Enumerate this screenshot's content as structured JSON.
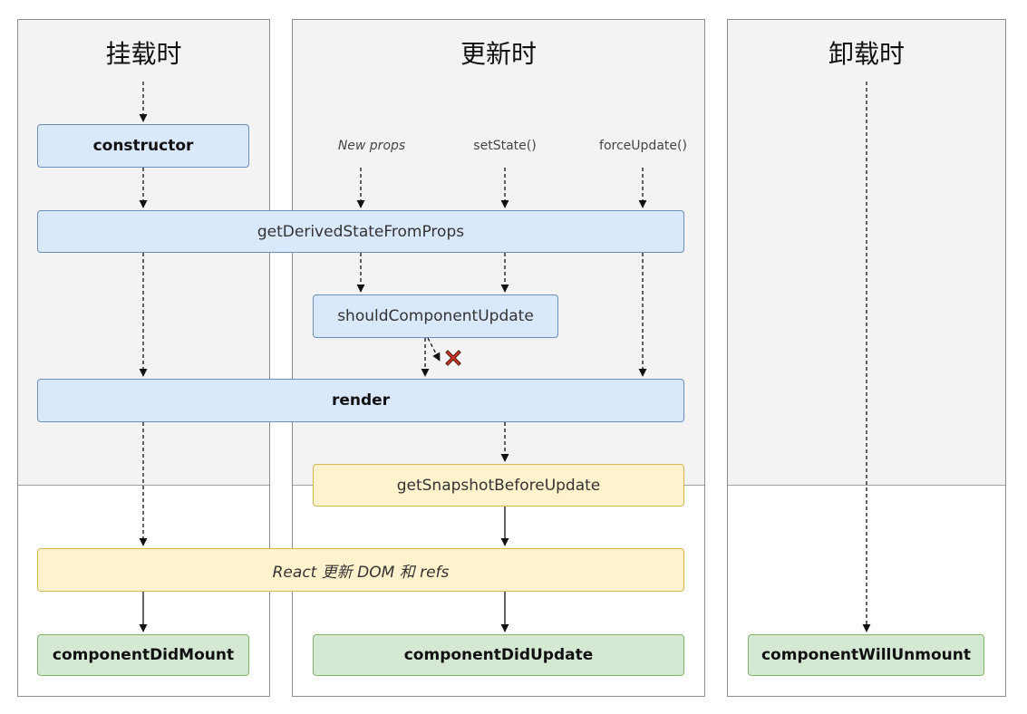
{
  "columns": {
    "mount": "挂载时",
    "update": "更新时",
    "unmount": "卸载时"
  },
  "triggers": {
    "new_props": "New props",
    "set_state": "setState()",
    "force_update": "forceUpdate()"
  },
  "methods": {
    "constructor": "constructor",
    "get_derived_state": "getDerivedStateFromProps",
    "should_update": "shouldComponentUpdate",
    "render": "render",
    "get_snapshot": "getSnapshotBeforeUpdate",
    "react_updates": "React 更新 DOM 和 refs",
    "did_mount": "componentDidMount",
    "did_update": "componentDidUpdate",
    "will_unmount": "componentWillUnmount"
  },
  "colors": {
    "phase_bg": "#f3f3f3",
    "blue_fill": "#dae8fc",
    "yellow_fill": "#fff2cc",
    "green_fill": "#d5e8d4",
    "cancel_mark": "#d9382b"
  }
}
